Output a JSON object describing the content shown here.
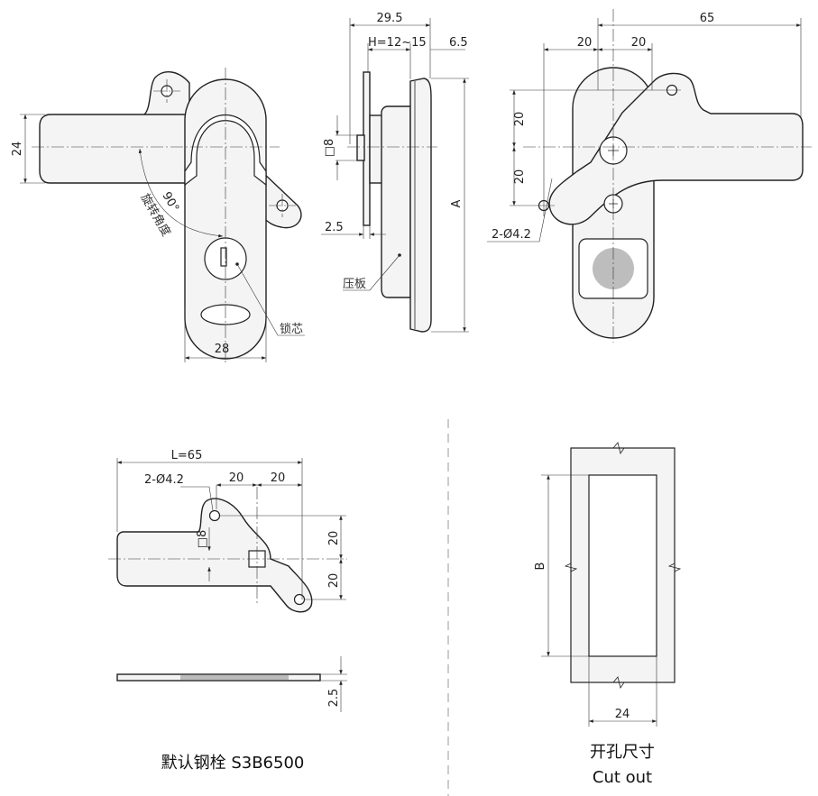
{
  "front_view": {
    "dim_height": "24",
    "dim_width": "28",
    "angle": "90°",
    "angle_label": "旋转角度",
    "core_label": "锁芯"
  },
  "side_view": {
    "dim_total": "29.5",
    "dim_h": "H=12~15",
    "dim_front": "6.5",
    "dim_square": "□8",
    "dim_cam": "2.5",
    "dim_a": "A",
    "plate_label": "压板"
  },
  "back_view": {
    "dim_65": "65",
    "dim_20a": "20",
    "dim_20b": "20",
    "dim_20c": "20",
    "dim_20d": "20",
    "holes": "2-Ø4.2"
  },
  "cam_view": {
    "dim_l": "L=65",
    "holes": "2-Ø4.2",
    "dim_20a": "20",
    "dim_20b": "20",
    "dim_20c": "20",
    "dim_20d": "20",
    "dim_square": "□8",
    "dim_thick": "2.5",
    "caption": "默认钢栓 S3B6500"
  },
  "cutout_view": {
    "dim_b": "B",
    "dim_w": "24",
    "caption_cn": "开孔尺寸",
    "caption_en": "Cut out"
  },
  "colors": {
    "line": "#222222",
    "fill": "#f4f4f4",
    "core": "#bdbdbd"
  }
}
